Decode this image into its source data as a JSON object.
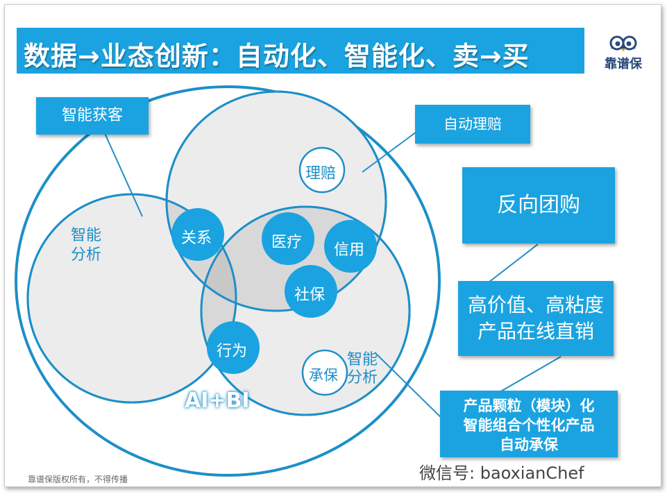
{
  "title": "数据→业态创新：自动化、智能化、卖→买",
  "logo": {
    "text": "靠谱保",
    "icon": "owl-icon"
  },
  "boxes": {
    "smart_acquire": "智能获客",
    "auto_claims": "自动理赔",
    "reverse_group": "反向团购",
    "direct_sales": [
      "高价值、高粘度",
      "产品在线直销"
    ],
    "modular": [
      "产品颗粒（模块）化",
      "智能组合个性化产品",
      "自动承保"
    ]
  },
  "labels": {
    "smart_analysis_left": [
      "智能",
      "分析"
    ],
    "smart_analysis_right": [
      "智能",
      "分析"
    ],
    "center": "AI+BI"
  },
  "bubbles": {
    "claims": "理赔",
    "relation": "关系",
    "medical": "医疗",
    "credit": "信用",
    "social": "社保",
    "behavior": "行为",
    "underwrite": "承保"
  },
  "footer": {
    "copyright": "靠谱保版权所有，不得传播",
    "watermark": "微信号: baoxianChef"
  },
  "colors": {
    "accent": "#1aa3e0",
    "circle_stroke": "#1d8fc8",
    "fill_light": "#ececec",
    "fill_overlap": "#d8d8d8"
  }
}
